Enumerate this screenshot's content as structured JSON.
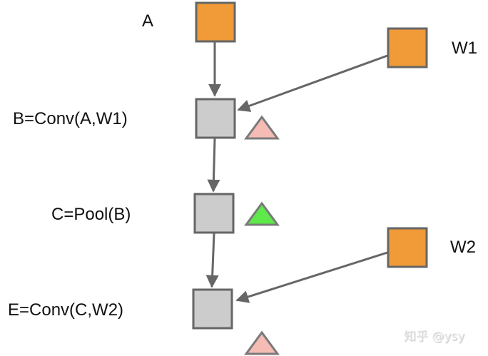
{
  "colors": {
    "input_fill": "#f19a38",
    "op_fill": "#cccccc",
    "stroke": "#666666",
    "tri_pink": "#f4bcb5",
    "tri_green": "#5ee84a",
    "tri_stroke": "#7a7a7a"
  },
  "nodes": {
    "A": {
      "label": "A",
      "kind": "input"
    },
    "W1": {
      "label": "W1",
      "kind": "input"
    },
    "W2": {
      "label": "W2",
      "kind": "input"
    },
    "B": {
      "label": "B=Conv(A,W1)",
      "kind": "op",
      "marker": "pink-triangle"
    },
    "C": {
      "label": "C=Pool(B)",
      "kind": "op",
      "marker": "green-triangle"
    },
    "E": {
      "label": "E=Conv(C,W2)",
      "kind": "op",
      "marker": "pink-triangle"
    }
  },
  "edges": [
    {
      "from": "A",
      "to": "B"
    },
    {
      "from": "W1",
      "to": "B"
    },
    {
      "from": "B",
      "to": "C"
    },
    {
      "from": "C",
      "to": "E"
    },
    {
      "from": "W2",
      "to": "E"
    }
  ],
  "watermark": "知乎 @ysy"
}
